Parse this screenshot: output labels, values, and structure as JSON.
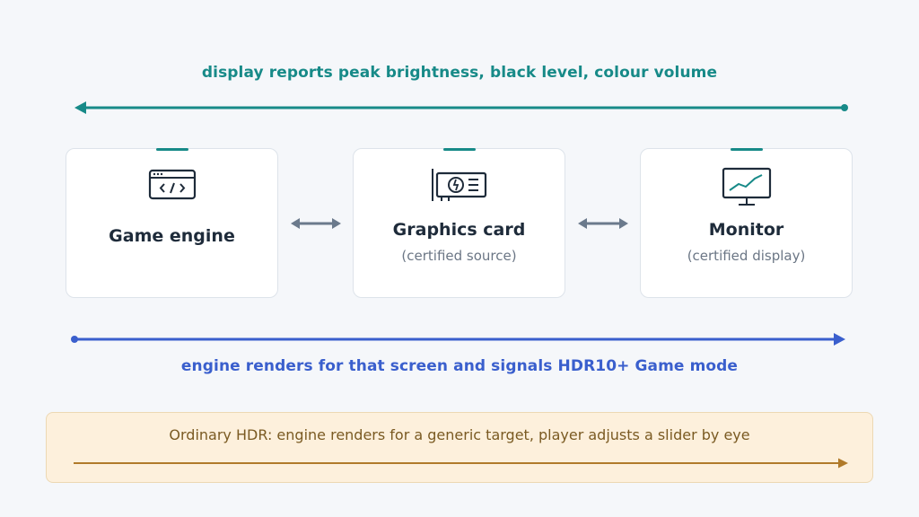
{
  "captions": {
    "top": "display reports peak brightness, black level, colour volume",
    "bottom": "engine renders for that screen and signals HDR10+ Game mode"
  },
  "nodes": [
    {
      "id": "engine",
      "title": "Game engine",
      "subtitle": "",
      "icon": "code-window-icon"
    },
    {
      "id": "gpu",
      "title": "Graphics card",
      "subtitle": "(certified source)",
      "icon": "graphics-card-icon"
    },
    {
      "id": "monitor",
      "title": "Monitor",
      "subtitle": "(certified display)",
      "icon": "monitor-chart-icon"
    }
  ],
  "note": {
    "text": "Ordinary HDR: engine renders for a generic target, player adjusts a slider by eye"
  },
  "colors": {
    "teal": "#178a88",
    "blue": "#3a5fcd",
    "connector": "#6b7a8c",
    "note_arrow": "#b07a2a"
  }
}
